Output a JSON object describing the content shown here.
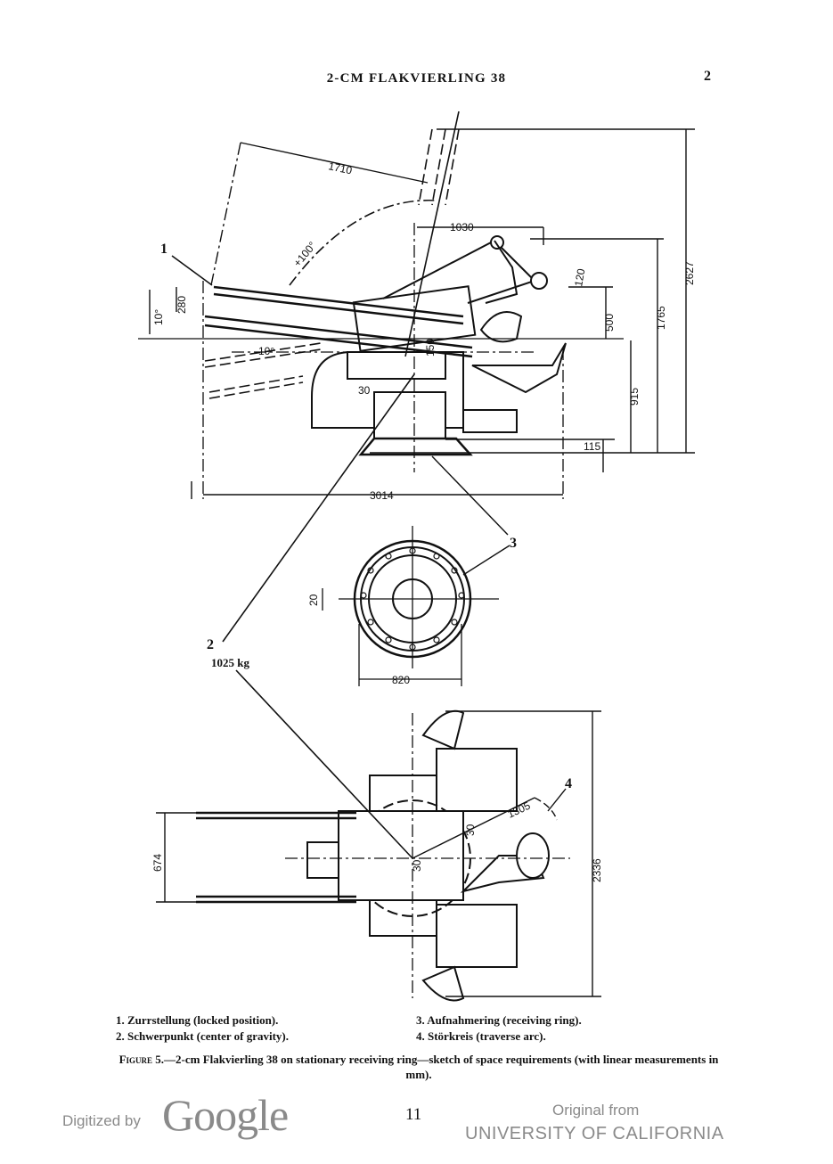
{
  "header": {
    "running_head": "2-CM FLAKVIERLING 38",
    "chapter_number": "2"
  },
  "figure": {
    "dimensions": {
      "d1710": "1710",
      "d1030": "1030",
      "angle_up": "+100°",
      "d280": "280",
      "angle_10a": "10°",
      "angle_10b": "10°",
      "d150": "150",
      "d30a": "30",
      "d120": "120",
      "d500": "500",
      "d1765": "1765",
      "d2627": "2627",
      "d915": "915",
      "d115": "115",
      "d3014": "3014",
      "d20": "20",
      "d820": "820",
      "d674": "674",
      "d1305": "1305",
      "d30b": "30",
      "d30c": "30",
      "d2336": "2336"
    },
    "callouts": {
      "c1": "1",
      "c2": "2",
      "c3": "3",
      "c4": "4",
      "weight": "1025 kg"
    },
    "legend": [
      "1. Zurrstellung (locked position).",
      "2. Schwerpunkt (center of gravity).",
      "3. Aufnahmering (receiving ring).",
      "4. Störkreis (traverse arc)."
    ],
    "caption_label": "Figure 5.",
    "caption_text": "—2-cm Flakvierling 38 on stationary receiving ring—sketch of space requirements (with linear measurements in mm)."
  },
  "footer": {
    "page_number": "11",
    "digitized_by": "Digitized by",
    "google": "Google",
    "original_from": "Original from",
    "university": "UNIVERSITY OF CALIFORNIA"
  }
}
